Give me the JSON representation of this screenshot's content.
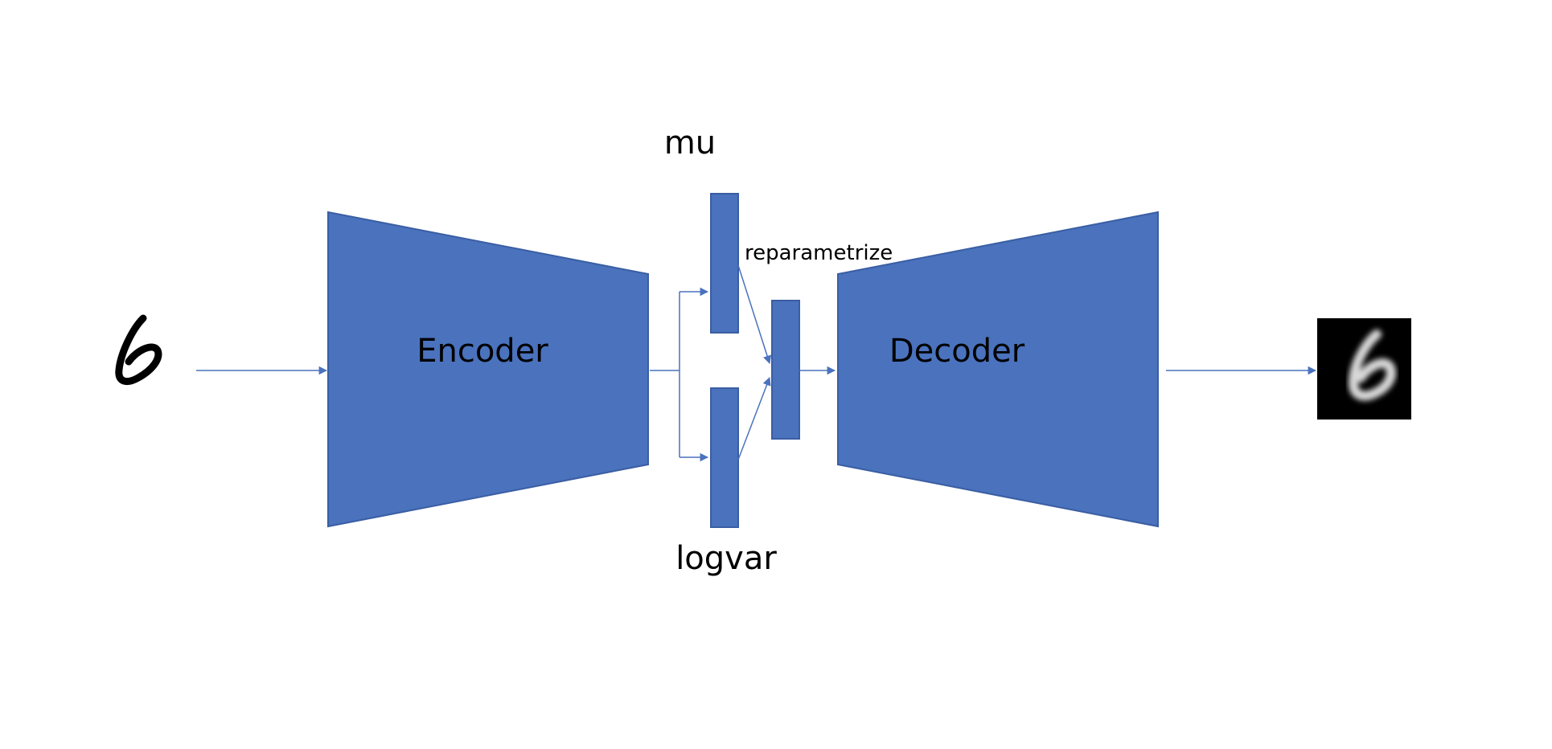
{
  "diagram": {
    "encoder_label": "Encoder",
    "decoder_label": "Decoder",
    "mu_label": "mu",
    "logvar_label": "logvar",
    "reparametrize_label": "reparametrize"
  },
  "colors": {
    "block_fill": "#4a72bd",
    "block_stroke": "#3a5ea3",
    "arrow": "#4a72bd",
    "text": "#000000",
    "output_background": "#000000",
    "input_digit": "#000000",
    "output_digit": "#d8d8d8"
  },
  "icons": {
    "input_image": "handwritten-digit-six",
    "output_image": "reconstructed-digit-six"
  }
}
